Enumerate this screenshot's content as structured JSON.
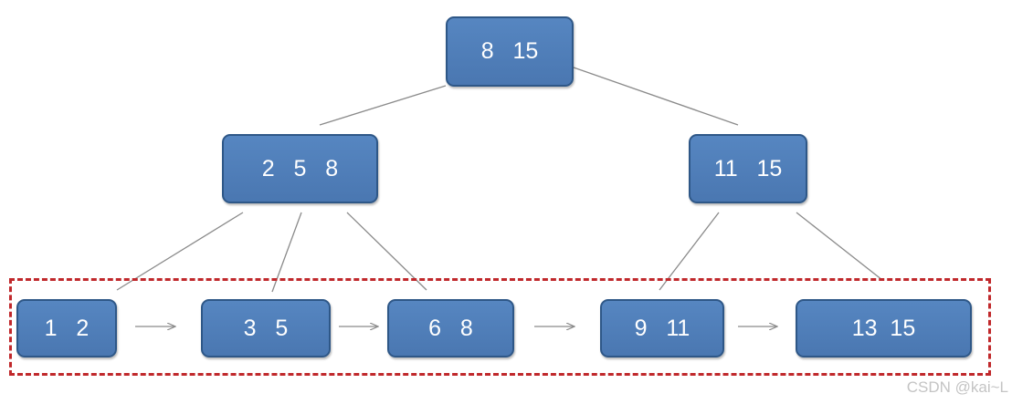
{
  "tree": {
    "root": {
      "keys": "8   15"
    },
    "internal": [
      {
        "keys": "2   5   8"
      },
      {
        "keys": "11   15"
      }
    ],
    "leaves": [
      {
        "keys": "1   2"
      },
      {
        "keys": "3   5"
      },
      {
        "keys": "6   8"
      },
      {
        "keys": "9   11"
      },
      {
        "keys": "13  15"
      }
    ]
  },
  "colors": {
    "node_fill": "#4f7db8",
    "node_border": "#2e5787",
    "edge": "#8a8a8a",
    "leaf_chain_box": "#c0282b"
  },
  "watermark": "CSDN @kai~L"
}
